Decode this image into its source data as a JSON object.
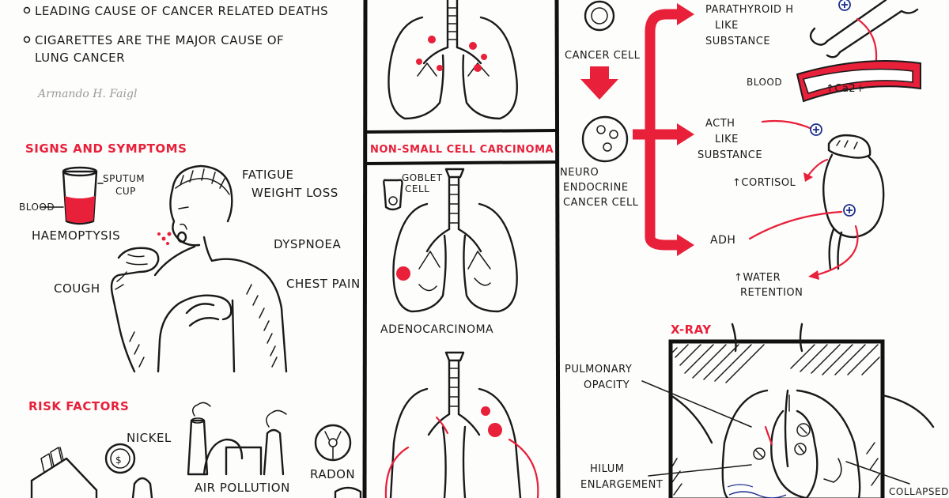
{
  "intro": {
    "bullet_1": "LEADING CAUSE OF CANCER RELATED DEATHS",
    "bullet_2_line1": "CIGARETTES ARE THE MAJOR CAUSE OF",
    "bullet_2_line2": "LUNG CANCER",
    "author": "Armando H. Faigl"
  },
  "signs": {
    "heading": "SIGNS AND SYMPTOMS",
    "sputum_cup": [
      "SPUTUM",
      "CUP"
    ],
    "blood": "BLOOD",
    "haemoptysis": "HAEMOPTYSIS",
    "cough": "COUGH",
    "fatigue": "FATIGUE",
    "weight_loss": "WEIGHT LOSS",
    "dyspnoea": "DYSPNOEA",
    "chest_pain": "CHEST PAIN"
  },
  "risk": {
    "heading": "RISK FACTORS",
    "nickel": "NICKEL",
    "air_pollution": "AIR POLLUTION",
    "radon": "RADON"
  },
  "nsclc": {
    "heading": "NON-SMALL CELL CARCINOMA",
    "goblet": [
      "GOBLET",
      "CELL"
    ],
    "adenocarcinoma": "ADENOCARCINOMA"
  },
  "paraneoplastic": {
    "cancer_cell": "CANCER CELL",
    "neuro_cell": [
      "NEURO",
      "ENDOCRINE",
      "CANCER CELL"
    ],
    "pth": [
      "PARATHYROID H",
      "LIKE",
      "SUBSTANCE"
    ],
    "blood": "BLOOD",
    "calcium": "↑Ca2+",
    "acth": [
      "ACTH",
      "LIKE",
      "SUBSTANCE"
    ],
    "cortisol": "↑CORTISOL",
    "adh": "ADH",
    "water": [
      "↑WATER",
      "RETENTION"
    ]
  },
  "xray": {
    "heading": "X-RAY",
    "opacity": [
      "PULMONARY",
      "OPACITY"
    ],
    "hilum": [
      "HILUM",
      "ENLARGEMENT"
    ],
    "collapsed": "COLLAPSED"
  },
  "colors": {
    "red": "#e8203a",
    "ink": "#1a1a1a",
    "blue": "#1b2f8f"
  }
}
